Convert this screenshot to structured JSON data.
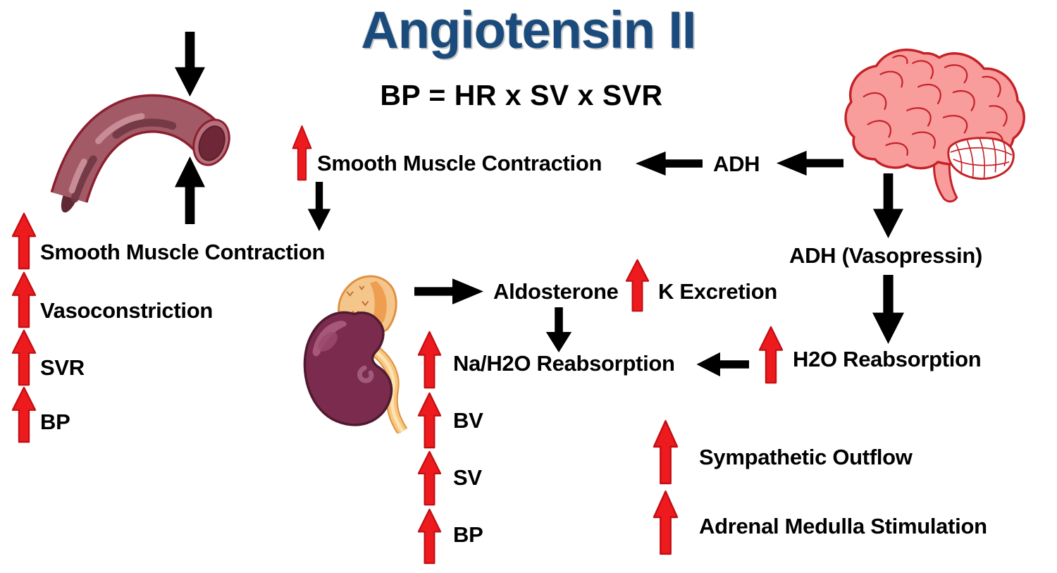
{
  "title": "Angiotensin II",
  "formula": "BP = HR x SV x SVR",
  "left_column": {
    "items": [
      {
        "label": "Smooth Muscle Contraction"
      },
      {
        "label": "Vasoconstriction"
      },
      {
        "label": "SVR"
      },
      {
        "label": "BP"
      }
    ]
  },
  "center_pathway": {
    "smooth_muscle_contraction": "Smooth Muscle Contraction",
    "adh": "ADH",
    "aldosterone": "Aldosterone",
    "k_excretion": "K Excretion",
    "na_h2o_reabsorption": "Na/H2O Reabsorption",
    "bv": "BV",
    "sv": "SV",
    "bp": "BP"
  },
  "right_pathway": {
    "adh_vasopressin": "ADH (Vasopressin)",
    "h2o_reabsorption": "H2O Reabsorption",
    "sympathetic_outflow": "Sympathetic Outflow",
    "adrenal_medulla_stimulation": "Adrenal Medulla Stimulation"
  },
  "icons": {
    "red_up_arrow": "increase indicator ↑",
    "black_down_arrow": "↓",
    "black_up_arrow": "↑",
    "black_left_arrow": "←",
    "black_right_arrow": "→",
    "blood_vessel": "curved blood vessel illustration",
    "kidney": "kidney with adrenal gland and ureter illustration",
    "brain": "brain side-view illustration"
  },
  "colors": {
    "title_blue": "#1a4b7c",
    "arrow_red": "#ee1b1e",
    "arrow_red_outline": "#c40f14",
    "arrow_black": "#000000",
    "vessel_main": "#a25b66",
    "kidney_body": "#7b2b4d",
    "adrenal_orange": "#f5c68c",
    "brain_pink": "#f89c9c",
    "brain_outline": "#c52127",
    "background": "#ffffff"
  }
}
